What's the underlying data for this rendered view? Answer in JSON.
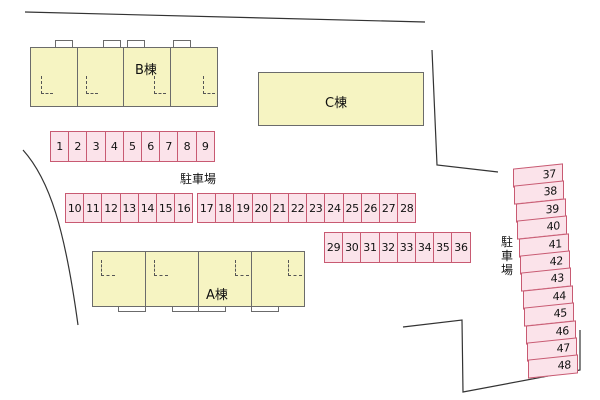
{
  "buildings": {
    "a_label": "A棟",
    "b_label": "B棟",
    "c_label": "C棟"
  },
  "parking_labels": {
    "center": "駐車場",
    "right": "駐\n車\n場"
  },
  "colors": {
    "building_fill": "#f6f4c2",
    "slot_fill": "#fbe3ea",
    "slot_border": "#c85a72",
    "line": "#333333"
  },
  "parking": {
    "row1": [
      "1",
      "2",
      "3",
      "4",
      "5",
      "6",
      "7",
      "8",
      "9"
    ],
    "row2a": [
      "10",
      "11",
      "12",
      "13",
      "14",
      "15",
      "16"
    ],
    "row2b": [
      "17",
      "18",
      "19",
      "20",
      "21",
      "22",
      "23",
      "24",
      "25",
      "26",
      "27",
      "28"
    ],
    "row3": [
      "29",
      "30",
      "31",
      "32",
      "33",
      "34",
      "35",
      "36"
    ],
    "right": [
      "37",
      "38",
      "39",
      "40",
      "41",
      "42",
      "43",
      "44",
      "45",
      "46",
      "47",
      "48"
    ]
  }
}
